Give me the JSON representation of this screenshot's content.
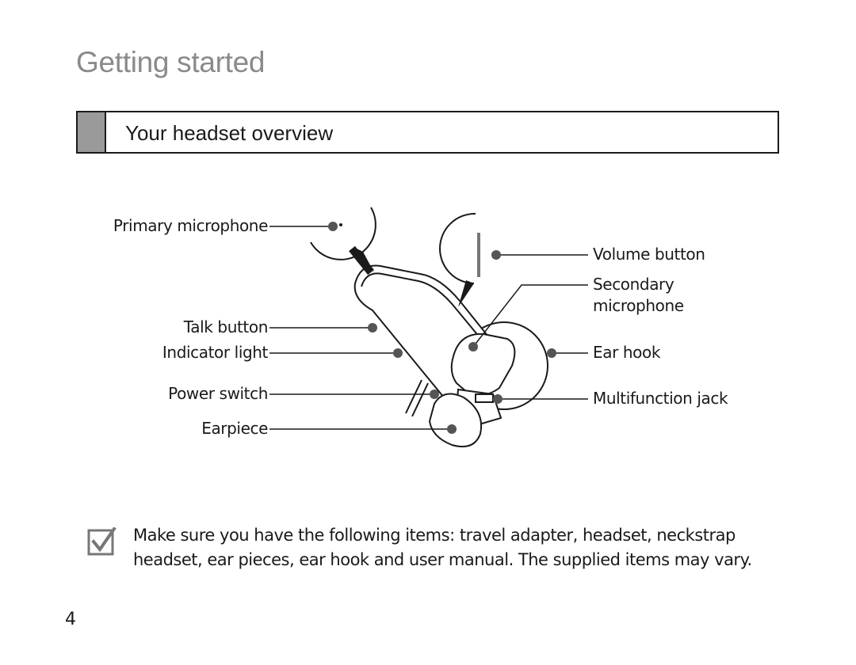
{
  "page": {
    "title": "Getting started",
    "section_heading": "Your headset overview",
    "page_number": "4"
  },
  "diagram": {
    "labels": {
      "primary_microphone": "Primary microphone",
      "talk_button": "Talk button",
      "indicator_light": "Indicator light",
      "power_switch": "Power switch",
      "earpiece": "Earpiece",
      "volume_button": "Volume button",
      "secondary_microphone_line1": "Secondary",
      "secondary_microphone_line2": "microphone",
      "ear_hook": "Ear hook",
      "multifunction_jack": "Multifunction jack"
    }
  },
  "note": {
    "icon": "checkmark-icon",
    "text": "Make sure you have the following items: travel adapter, headset, neckstrap headset, ear pieces, ear hook and user manual. The supplied items may vary."
  }
}
